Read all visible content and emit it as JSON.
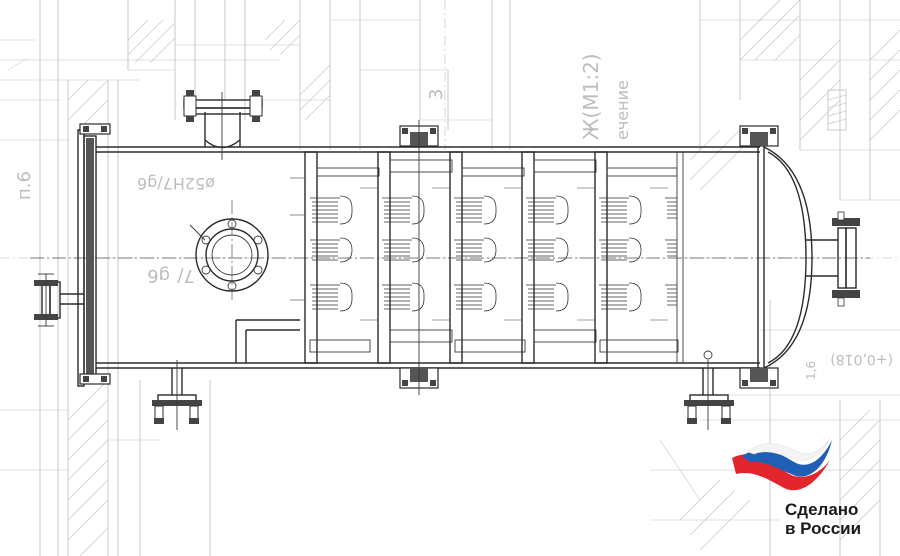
{
  "drawing": {
    "background_labels": {
      "dim_left": "п.6",
      "dim_fit_top": "ø52H7/g6",
      "dim_fit_mid": "g6",
      "dim_fit_mid_frac": "7/",
      "scale_label": "Ж(М1:2)",
      "section_label": "ечение",
      "number_3": "3",
      "tol_right": "(+0,018)",
      "rough": "1,6"
    }
  },
  "badge": {
    "line1": "Сделано",
    "line2": "в России",
    "colors": {
      "white": "#ffffff",
      "blue": "#1f5fb5",
      "red": "#e3262e"
    }
  }
}
